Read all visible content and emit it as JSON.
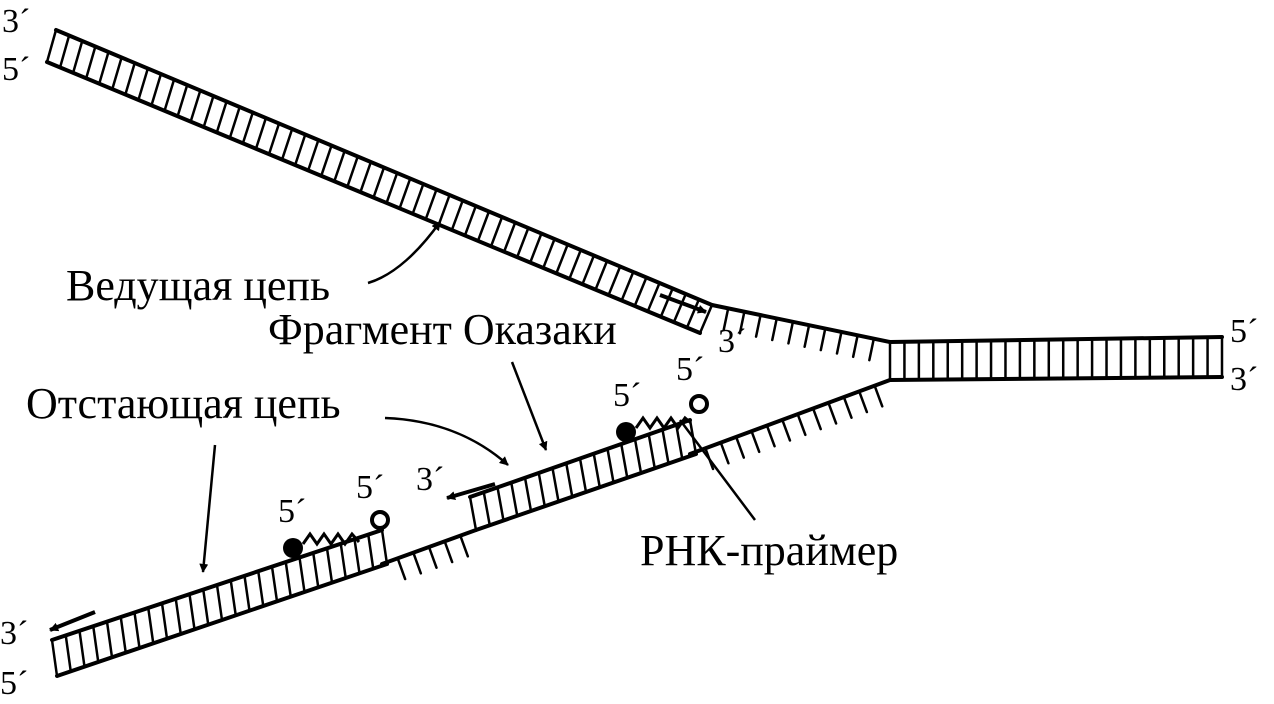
{
  "labels": {
    "leading_strand": "Ведущая цепь",
    "okazaki_fragment": "Фрагмент Оказаки",
    "lagging_strand": "Отстающая цепь",
    "rna_primer": "РНК-праймер"
  },
  "ends": {
    "top_left_3": "3´",
    "top_left_5": "5´",
    "right_top_5": "5´",
    "right_bottom_3": "3´",
    "leading_new_3": "3´",
    "primer1_5_left": "5´",
    "primer1_5_right": "5´",
    "okazaki_new_3": "3´",
    "primer2_5_left": "5´",
    "primer2_5_right": "5´",
    "bottom_left_3": "3´",
    "bottom_left_5": "5´"
  }
}
